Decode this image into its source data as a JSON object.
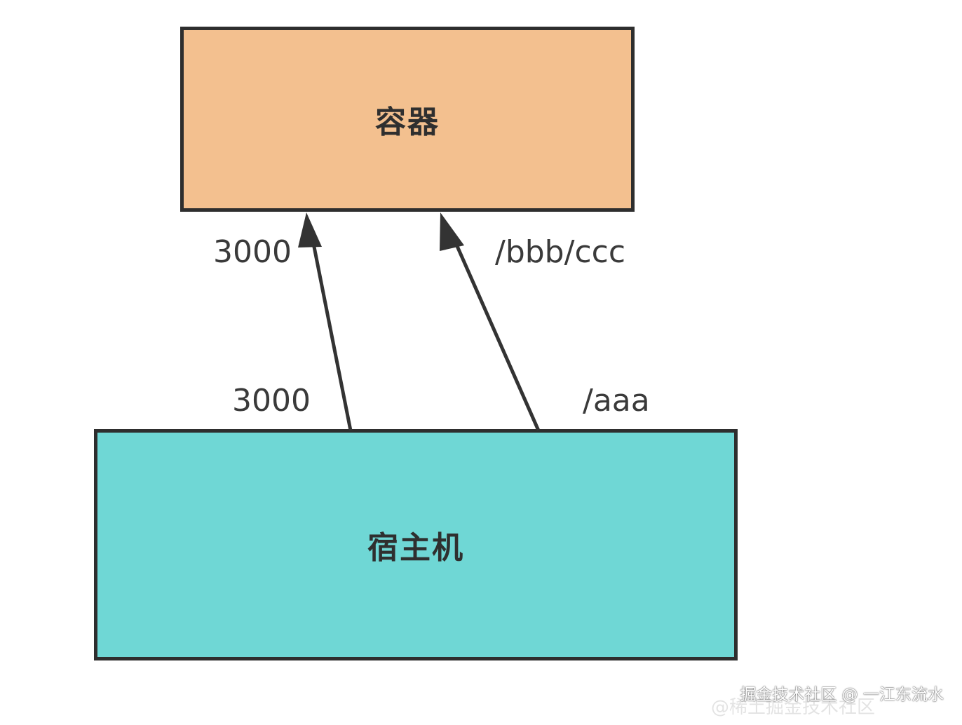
{
  "diagram": {
    "container_box": {
      "label": "容器",
      "fill": "#f3c08f"
    },
    "host_box": {
      "label": "宿主机",
      "fill": "#6fd7d5"
    },
    "port_mapping": {
      "container_label": "3000",
      "host_label": "3000"
    },
    "volume_mapping": {
      "container_label": "/bbb/ccc",
      "host_label": "/aaa"
    },
    "arrow_color": "#333333"
  },
  "watermark": {
    "text": "掘金技术社区 @ 一江东流水",
    "faded_text": "@稀土掘金技术社区"
  }
}
